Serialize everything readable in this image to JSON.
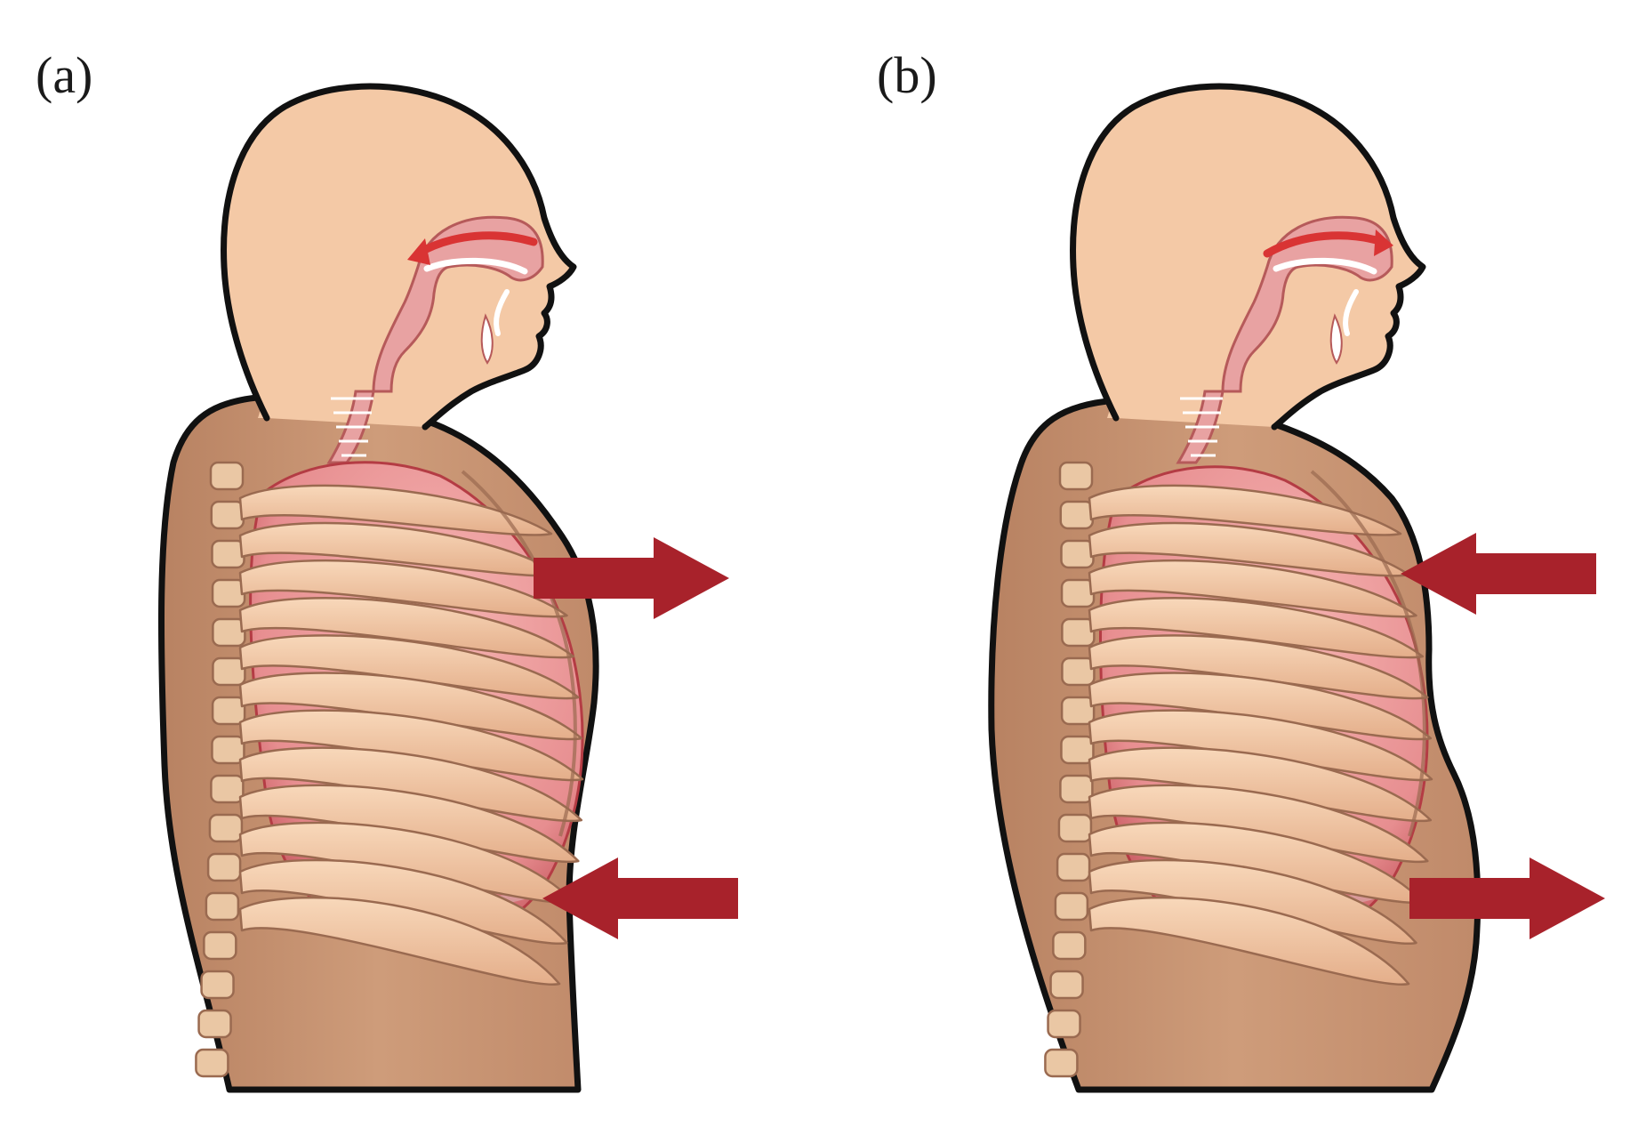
{
  "panels": [
    {
      "label": "(a)",
      "mode": "chest",
      "arrows": [
        "out",
        "in"
      ]
    },
    {
      "label": "(b)",
      "mode": "abdominal",
      "arrows": [
        "in",
        "out"
      ]
    }
  ],
  "colors": {
    "skin_head": "#F4C9A6",
    "skin_torso": "#C99674",
    "outline": "#111111",
    "airway": "#E8A2A2",
    "airway_dark": "#B65A5A",
    "lung": "#EFA0A0",
    "lung_dark": "#B43C44",
    "rib": "#F3CBA6",
    "rib_edge": "#9A6A50",
    "spine": "#EAC7A4",
    "arrow": "#A8222B",
    "air_flow": "#D93434"
  }
}
